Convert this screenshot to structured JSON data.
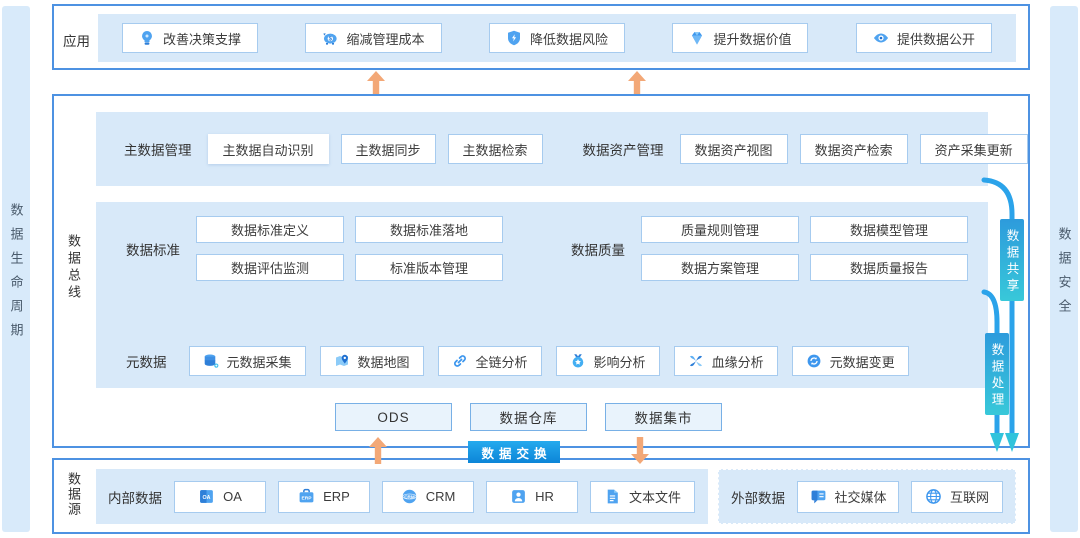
{
  "side_left": {
    "label": "数据生命周期"
  },
  "side_right": {
    "label": "数据安全"
  },
  "app_layer": {
    "label": "应用",
    "items": [
      {
        "icon": "lightbulb-icon",
        "label": "改善决策支撑"
      },
      {
        "icon": "piggy-bank-icon",
        "label": "缩减管理成本"
      },
      {
        "icon": "shield-icon",
        "label": "降低数据风险"
      },
      {
        "icon": "diamond-icon",
        "label": "提升数据价值"
      },
      {
        "icon": "eye-icon",
        "label": "提供数据公开"
      }
    ]
  },
  "bus_layer": {
    "label": "数据总线",
    "master_data": {
      "label": "主数据管理",
      "items": [
        {
          "label": "主数据自动识别"
        },
        {
          "label": "主数据同步"
        },
        {
          "label": "主数据检索"
        }
      ]
    },
    "data_asset": {
      "label": "数据资产管理",
      "items": [
        {
          "label": "数据资产视图"
        },
        {
          "label": "数据资产检索"
        },
        {
          "label": "资产采集更新"
        }
      ]
    },
    "data_standard": {
      "label": "数据标准",
      "items": [
        {
          "label": "数据标准定义"
        },
        {
          "label": "数据标准落地"
        },
        {
          "label": "数据评估监测"
        },
        {
          "label": "标准版本管理"
        }
      ]
    },
    "data_quality": {
      "label": "数据质量",
      "items": [
        {
          "label": "质量规则管理"
        },
        {
          "label": "数据模型管理"
        },
        {
          "label": "数据方案管理"
        },
        {
          "label": "数据质量报告"
        }
      ]
    },
    "metadata": {
      "label": "元数据",
      "items": [
        {
          "icon": "database-icon",
          "label": "元数据采集"
        },
        {
          "icon": "map-pin-icon",
          "label": "数据地图"
        },
        {
          "icon": "link-icon",
          "label": "全链分析"
        },
        {
          "icon": "impact-badge-icon",
          "label": "影响分析"
        },
        {
          "icon": "lineage-branch-icon",
          "label": "血缘分析"
        },
        {
          "icon": "change-cycle-icon",
          "label": "元数据变更"
        }
      ]
    },
    "storage": {
      "items": [
        {
          "label": "ODS"
        },
        {
          "label": "数据仓库"
        },
        {
          "label": "数据集市"
        }
      ]
    }
  },
  "flows": {
    "exchange": "数据交换",
    "share": "数据共享",
    "process": "数据处理"
  },
  "source_layer": {
    "label": "数据源",
    "internal": {
      "label": "内部数据",
      "items": [
        {
          "icon": "oa-doc-icon",
          "label": "OA"
        },
        {
          "icon": "erp-box-icon",
          "label": "ERP"
        },
        {
          "icon": "crm-globe-icon",
          "label": "CRM"
        },
        {
          "icon": "hr-person-icon",
          "label": "HR"
        },
        {
          "icon": "text-file-icon",
          "label": "文本文件"
        }
      ]
    },
    "external": {
      "label": "外部数据",
      "items": [
        {
          "icon": "social-chat-icon",
          "label": "社交媒体"
        },
        {
          "icon": "internet-globe-icon",
          "label": "互联网"
        }
      ]
    }
  },
  "colors": {
    "section_border": "#4D92E2",
    "panel_bg": "#D8E9F9",
    "chip_border": "#A6CBEF",
    "connector_blue": "#2BA3EA",
    "connector_arrowhead": "#31C3DC",
    "badge_gradient_start": "#2D9BDC",
    "badge_gradient_end": "#38C8D9",
    "exchange_gradient_start": "#25AAEE",
    "exchange_gradient_end": "#0C85D8",
    "arrow_orange": "#F3A877"
  }
}
